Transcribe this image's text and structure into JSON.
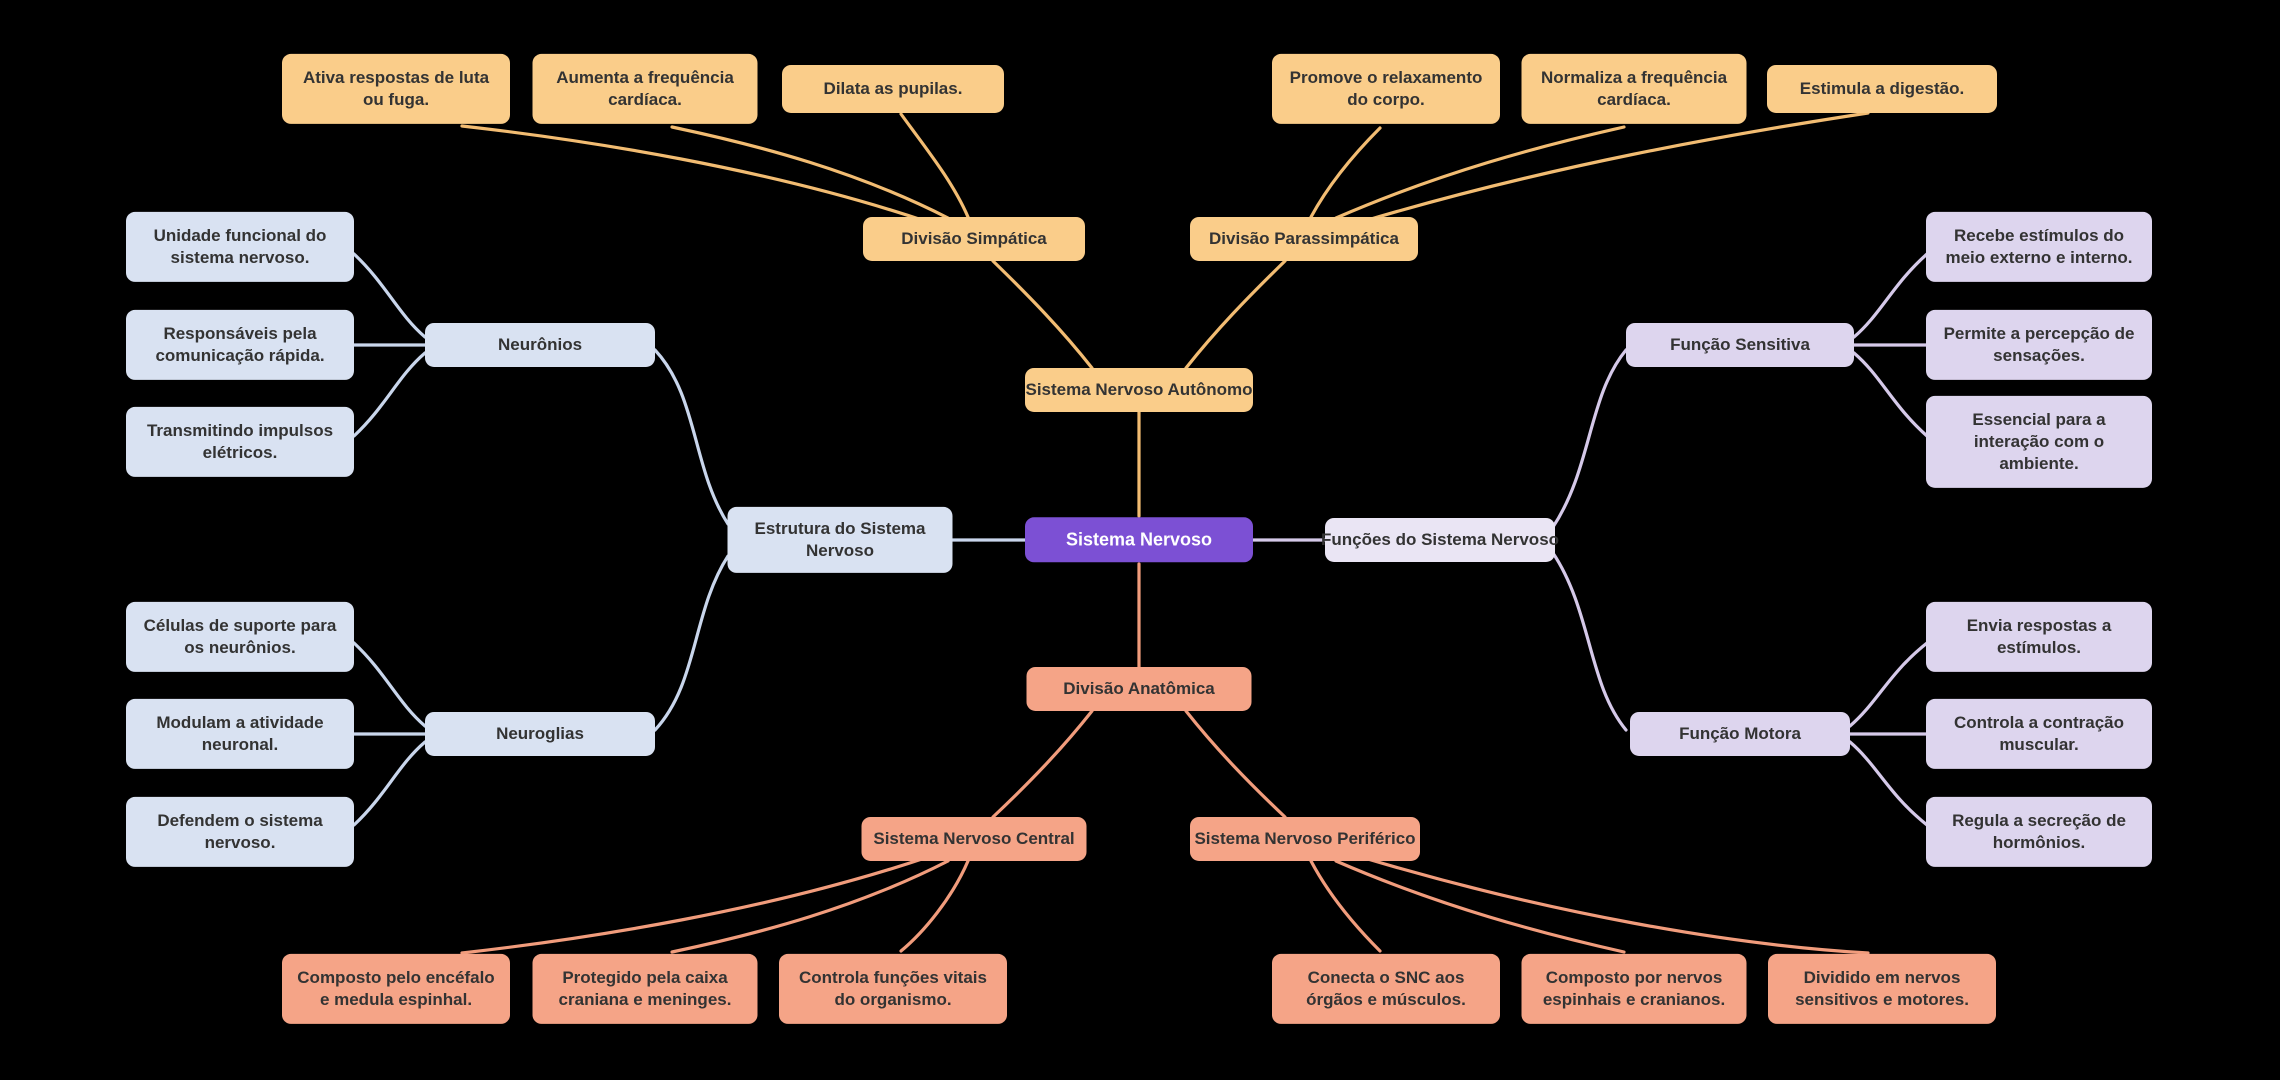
{
  "background": "#000000",
  "palette": {
    "center_fill": "#7C50D4",
    "center_text": "#FFFFFF",
    "node_text": "#333333",
    "structure_fill": "#D9E2F2",
    "structure_edge": "#C9D6EC",
    "autonomic_fill": "#FACD8A",
    "autonomic_edge": "#F2BC72",
    "functions_fill": "#EAE5F4",
    "functions_child_fill": "#DDD5EE",
    "functions_edge": "#D5C9E9",
    "anatomy_fill": "#F5A487",
    "anatomy_edge": "#F19C7C"
  },
  "nodes": {
    "center": "Sistema Nervoso",
    "structure": {
      "label": "Estrutura do Sistema Nervoso",
      "neurons": {
        "label": "Neurônios",
        "leaves": [
          "Unidade funcional do sistema nervoso.",
          "Responsáveis pela comunicação rápida.",
          "Transmitindo impulsos elétricos."
        ]
      },
      "neuroglia": {
        "label": "Neuroglias",
        "leaves": [
          "Células de suporte para os neurônios.",
          "Modulam a atividade neuronal.",
          "Defendem o sistema nervoso."
        ]
      }
    },
    "autonomic": {
      "label": "Sistema Nervoso Autônomo",
      "sympathetic": {
        "label": "Divisão Simpática",
        "leaves": [
          "Ativa respostas de luta ou fuga.",
          "Aumenta a frequência cardíaca.",
          "Dilata as pupilas."
        ]
      },
      "parasympathetic": {
        "label": "Divisão Parassimpática",
        "leaves": [
          "Promove o relaxamento do corpo.",
          "Normaliza a frequência cardíaca.",
          "Estimula a digestão."
        ]
      }
    },
    "functions": {
      "label": "Funções do Sistema Nervoso",
      "sensory": {
        "label": "Função Sensitiva",
        "leaves": [
          "Recebe estímulos do meio externo e interno.",
          "Permite a percepção de sensações.",
          "Essencial para a interação com o ambiente."
        ]
      },
      "motor": {
        "label": "Função Motora",
        "leaves": [
          "Envia respostas a estímulos.",
          "Controla a contração muscular.",
          "Regula a secreção de hormônios."
        ]
      }
    },
    "anatomy": {
      "label": "Divisão Anatômica",
      "central": {
        "label": "Sistema Nervoso Central",
        "leaves": [
          "Composto pelo encéfalo e medula espinhal.",
          "Protegido pela caixa craniana e meninges.",
          "Controla funções vitais do organismo."
        ]
      },
      "peripheral": {
        "label": "Sistema Nervoso Periférico",
        "leaves": [
          "Conecta o SNC aos órgãos e músculos.",
          "Composto por nervos espinhais e cranianos.",
          "Dividido em nervos sensitivos e motores."
        ]
      }
    }
  }
}
